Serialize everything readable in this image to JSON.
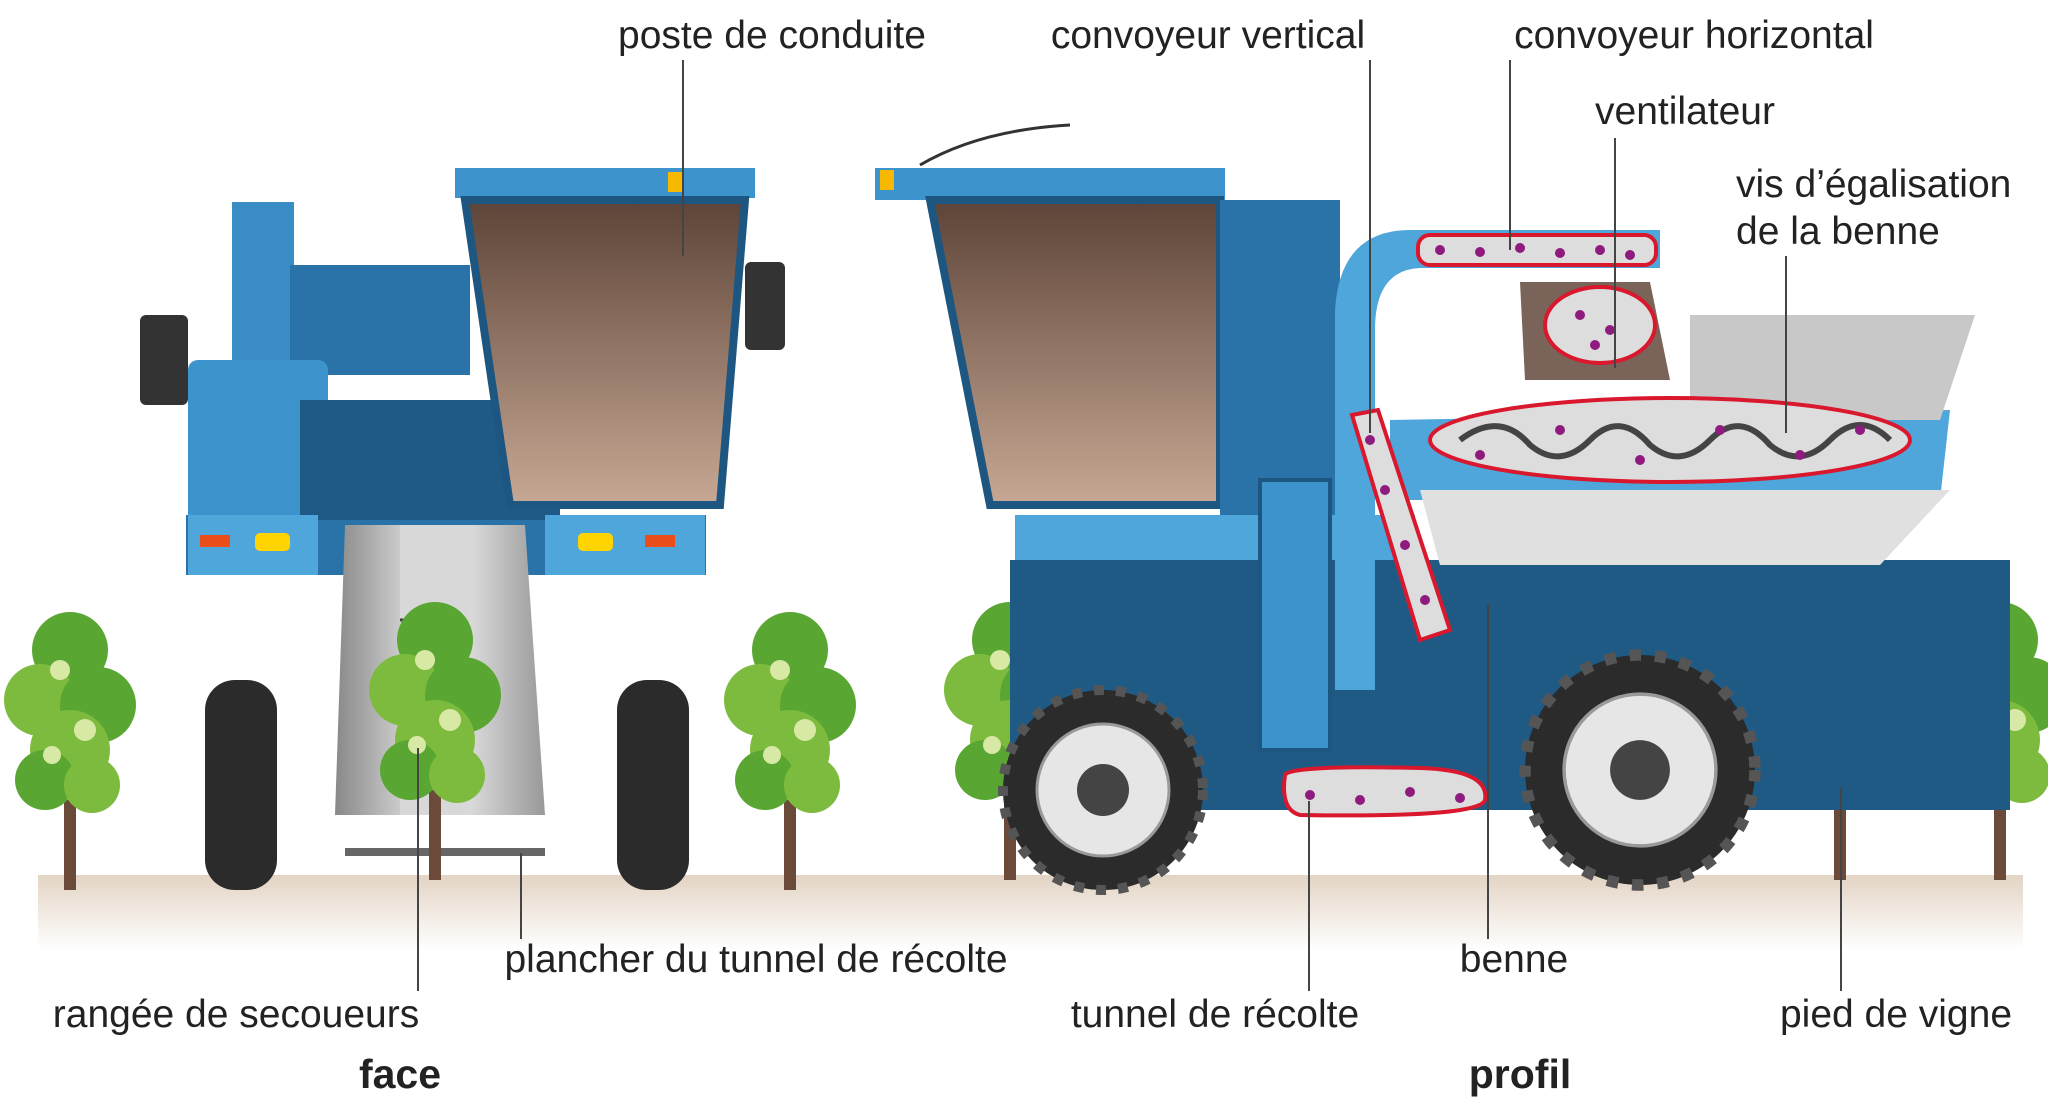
{
  "labels": {
    "poste_de_conduite": "poste de conduite",
    "convoyeur_vertical": "convoyeur vertical",
    "convoyeur_horizontal": "convoyeur horizontal",
    "ventilateur": "ventilateur",
    "vis_line1": "vis d’égalisation",
    "vis_line2": "de la benne",
    "plancher": "plancher du tunnel de récolte",
    "rangee": "rangée de secoueurs",
    "tunnel": "tunnel de récolte",
    "benne": "benne",
    "pied": "pied de vigne"
  },
  "captions": {
    "face": "face",
    "profil": "profil"
  },
  "colors": {
    "body": "#2f7fb8",
    "body_light": "#4ea6db",
    "body_dark": "#1d5680",
    "glass": "#8c7062",
    "grape": "#8e1b7d",
    "outline_red": "#d9182e",
    "leaf": "#8cc63f",
    "leaf_dark": "#3f8a2a",
    "ground": "#e9ddd0"
  }
}
